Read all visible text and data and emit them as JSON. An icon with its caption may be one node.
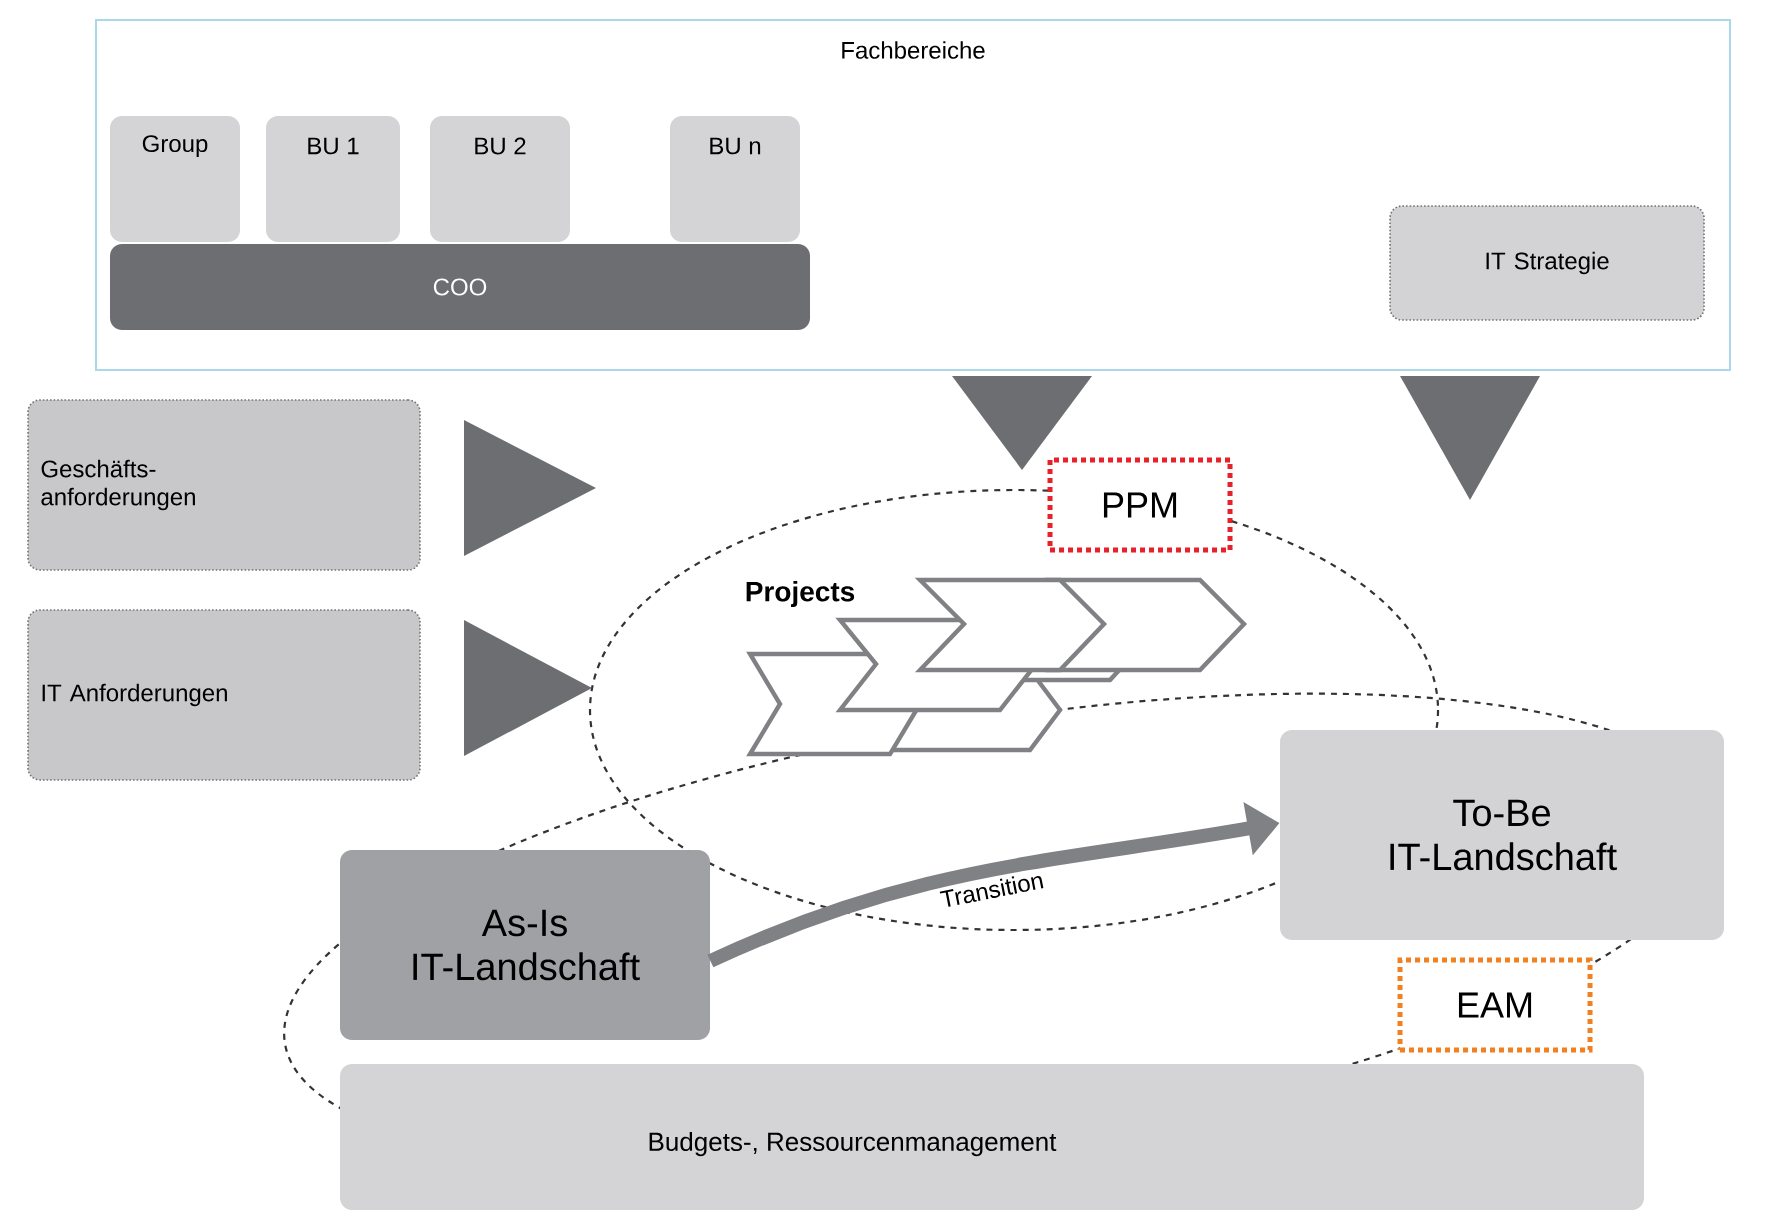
{
  "diagram": {
    "nodes": [
      {
        "text": [
          "Fachbereiche"
        ]
      },
      {
        "text": [
          "Group"
        ],
        "in": 0
      },
      {
        "text": [
          "BU 1"
        ],
        "in": 0
      },
      {
        "text": [
          "BU 2"
        ],
        "in": 0
      },
      {
        "text": [
          "BU n"
        ],
        "in": 0
      },
      {
        "text": [
          "COO"
        ],
        "in": 0
      },
      {
        "text": [
          "IT Strategie"
        ],
        "in": 0
      },
      {
        "text": [
          "Geschäfts- anforderungen"
        ]
      },
      {
        "text": [
          "IT Anforderungen"
        ]
      },
      {
        "text": [
          "PPM"
        ]
      },
      {
        "text": [
          "Projects"
        ]
      },
      {
        "text": [
          "To-Be IT-Landschaft"
        ]
      },
      {
        "text": [
          "As-Is IT-Landschaft"
        ]
      },
      {
        "text": [
          "EAM"
        ]
      },
      {
        "text": [
          "Budgets-, Ressourcenmanagement"
        ]
      }
    ],
    "edges": [
      {
        "from": 12,
        "to": 11,
        "arrow": "to",
        "label": "Transition"
      }
    ]
  }
}
